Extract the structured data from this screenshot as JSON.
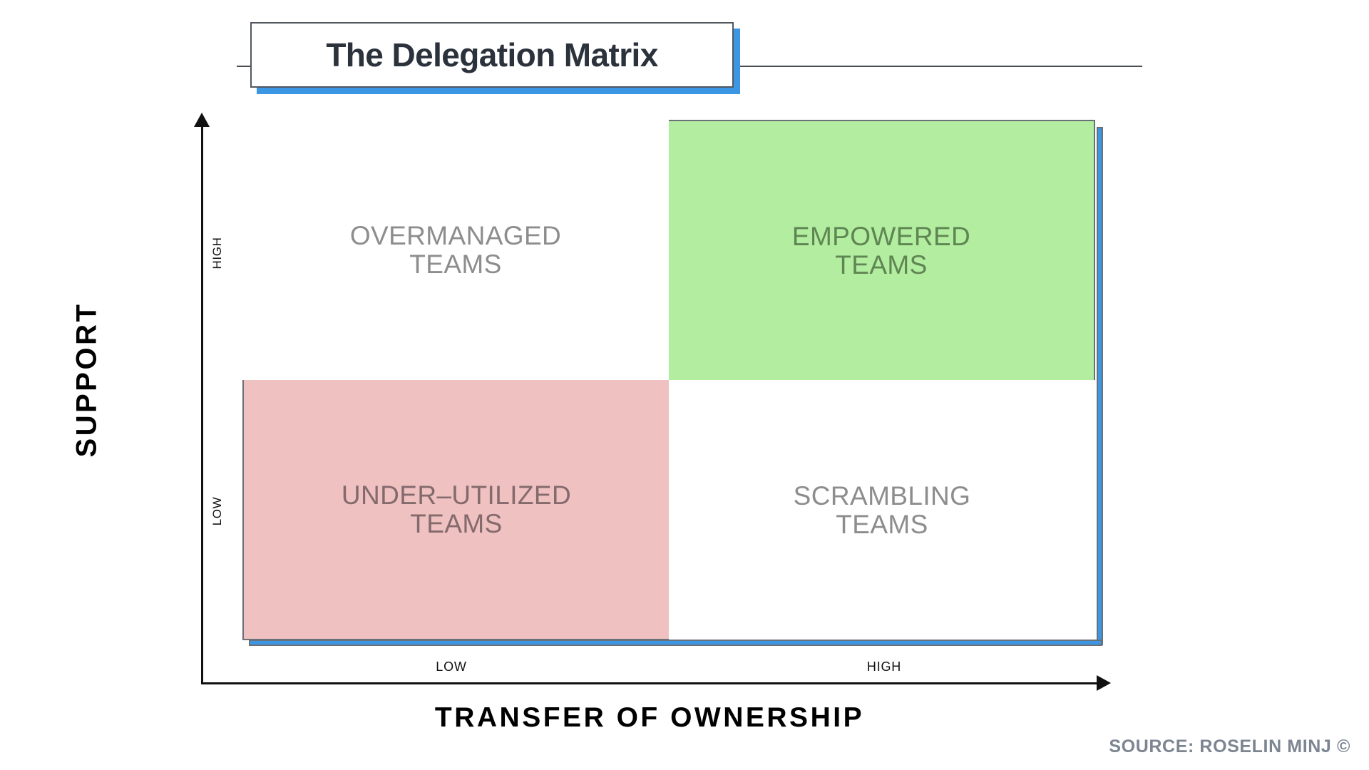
{
  "title": {
    "text": "The Delegation Matrix",
    "accent_color": "#3b97e3",
    "border_color": "#52585f",
    "text_color": "#2b323c"
  },
  "axes": {
    "y": {
      "title": "SUPPORT",
      "ticks": [
        "HIGH",
        "LOW"
      ]
    },
    "x": {
      "title": "TRANSFER OF OWNERSHIP",
      "ticks": [
        "LOW",
        "HIGH"
      ]
    }
  },
  "chart_data": {
    "type": "table",
    "title": "The Delegation Matrix",
    "xlabel": "TRANSFER OF OWNERSHIP",
    "ylabel": "SUPPORT",
    "x_categories": [
      "LOW",
      "HIGH"
    ],
    "y_categories": [
      "LOW",
      "HIGH"
    ],
    "grid": false,
    "legend": "none",
    "quadrants": [
      {
        "id": "top-left",
        "label": "OVERMANAGED\nTEAMS",
        "support": "HIGH",
        "transfer_of_ownership": "LOW",
        "fill": "#ffffff",
        "text_color": "#8d8d8d"
      },
      {
        "id": "top-right",
        "label": "EMPOWERED\nTEAMS",
        "support": "HIGH",
        "transfer_of_ownership": "HIGH",
        "fill": "#b2eda0",
        "text_color": "#5f8553"
      },
      {
        "id": "bottom-left",
        "label": "UNDER–UTILIZED\nTEAMS",
        "support": "LOW",
        "transfer_of_ownership": "LOW",
        "fill": "#efc1c1",
        "text_color": "#836a6c"
      },
      {
        "id": "bottom-right",
        "label": "SCRAMBLING\nTEAMS",
        "support": "LOW",
        "transfer_of_ownership": "HIGH",
        "fill": "#ffffff",
        "text_color": "#8d8d8d"
      }
    ]
  },
  "source": {
    "text": "SOURCE: ROSELIN MINJ ©",
    "color": "#7c8591"
  }
}
